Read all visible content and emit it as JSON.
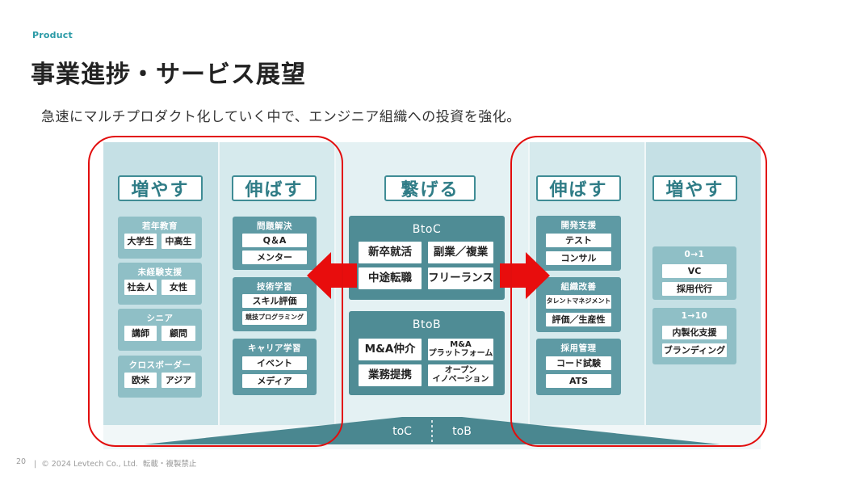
{
  "header": {
    "category": "Product",
    "title": "事業進捗・サービス展望",
    "subtitle": "急速にマルチプロダクト化していく中で、エンジニア組織への投資を強化。"
  },
  "footer": {
    "page_number": "20",
    "copyright": "|  © 2024 Levtech Co., Ltd.  転載・複製禁止"
  },
  "diagram": {
    "left_increase": {
      "heading": "増やす",
      "groups": [
        {
          "label": "若年教育",
          "items": [
            "大学生",
            "中高生"
          ]
        },
        {
          "label": "未経験支援",
          "items": [
            "社会人",
            "女性"
          ]
        },
        {
          "label": "シニア",
          "items": [
            "講師",
            "顧問"
          ]
        },
        {
          "label": "クロスボーダー",
          "items": [
            "欧米",
            "アジア"
          ]
        }
      ]
    },
    "left_extend": {
      "heading": "伸ばす",
      "groups": [
        {
          "label": "問題解決",
          "items": [
            "Q＆A",
            "メンター"
          ]
        },
        {
          "label": "技術学習",
          "items": [
            "スキル評価",
            "競技プログラミング"
          ]
        },
        {
          "label": "キャリア学習",
          "items": [
            "イベント",
            "メディア"
          ]
        }
      ]
    },
    "center": {
      "heading": "繋げる",
      "btoc": {
        "title": "BtoC",
        "items": [
          "新卒就活",
          "副業／複業",
          "中途転職",
          "フリーランス"
        ]
      },
      "btob": {
        "title": "BtoB",
        "items": [
          "M&A仲介",
          "M&A\nプラットフォーム",
          "業務提携",
          "オープン\nイノベーション"
        ]
      }
    },
    "right_extend": {
      "heading": "伸ばす",
      "groups": [
        {
          "label": "開発支援",
          "items": [
            "テスト",
            "コンサル"
          ]
        },
        {
          "label": "組織改善",
          "items": [
            "タレントマネジメント",
            "評価／生産性"
          ]
        },
        {
          "label": "採用管理",
          "items": [
            "コード試験",
            "ATS"
          ]
        }
      ]
    },
    "right_increase": {
      "heading": "増やす",
      "groups": [
        {
          "label": "0→1",
          "items": [
            "VC",
            "採用代行"
          ]
        },
        {
          "label": "1→10",
          "items": [
            "内製化支援",
            "ブランディング"
          ]
        }
      ]
    },
    "base": {
      "left": "toC",
      "right": "toB"
    }
  },
  "colors": {
    "accent": "#2a9aa6",
    "highlight": "#e20d0d",
    "box_dark": "#4f8c95"
  }
}
